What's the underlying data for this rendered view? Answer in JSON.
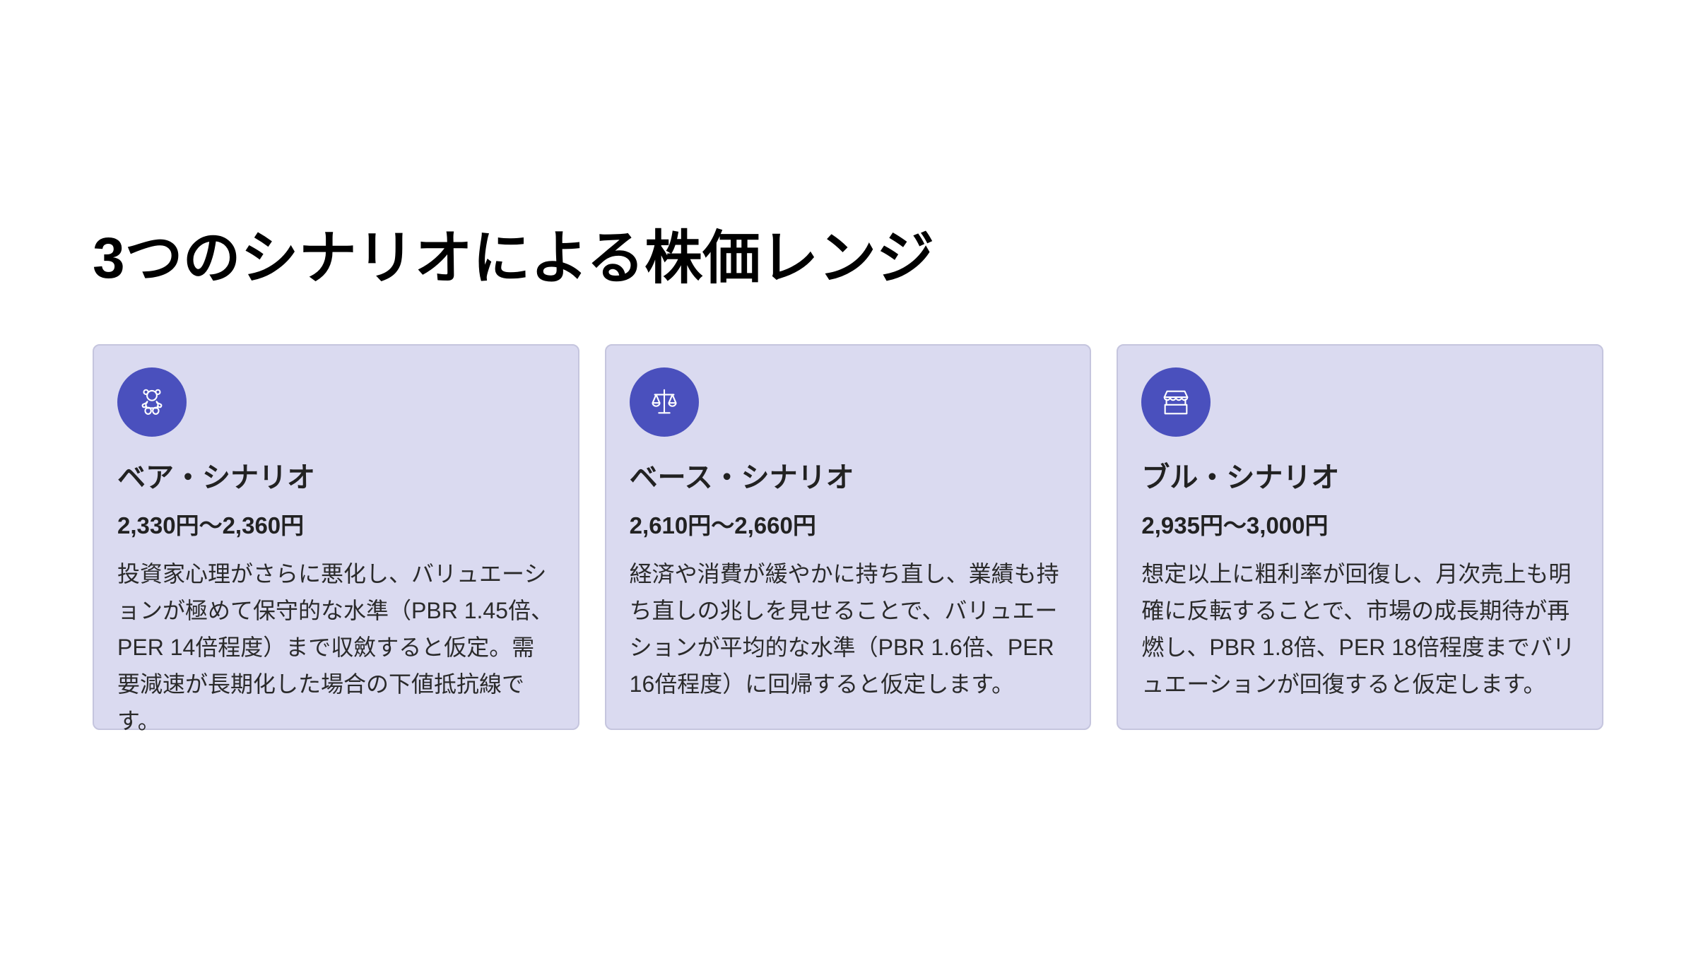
{
  "page": {
    "title": "3つのシナリオによる株価レンジ"
  },
  "colors": {
    "card_background": "#dadaf0",
    "card_border": "#c5c5de",
    "icon_circle": "#4a50bd",
    "icon_stroke": "#ffffff",
    "title_text": "#000000"
  },
  "scenarios": [
    {
      "icon": "teddy-bear-icon",
      "title": "ベア・シナリオ",
      "range": "2,330円〜2,360円",
      "description": "投資家心理がさらに悪化し、バリュエーションが極めて保守的な水準（PBR 1.45倍、PER 14倍程度）まで収斂すると仮定。需要減速が長期化した場合の下値抵抗線です。"
    },
    {
      "icon": "scales-icon",
      "title": "ベース・シナリオ",
      "range": "2,610円〜2,660円",
      "description": "経済や消費が緩やかに持ち直し、業績も持ち直しの兆しを見せることで、バリュエーションが平均的な水準（PBR 1.6倍、PER 16倍程度）に回帰すると仮定します。"
    },
    {
      "icon": "storefront-icon",
      "title": "ブル・シナリオ",
      "range": "2,935円〜3,000円",
      "description": "想定以上に粗利率が回復し、月次売上も明確に反転することで、市場の成長期待が再燃し、PBR 1.8倍、PER 18倍程度までバリュエーションが回復すると仮定します。"
    }
  ]
}
